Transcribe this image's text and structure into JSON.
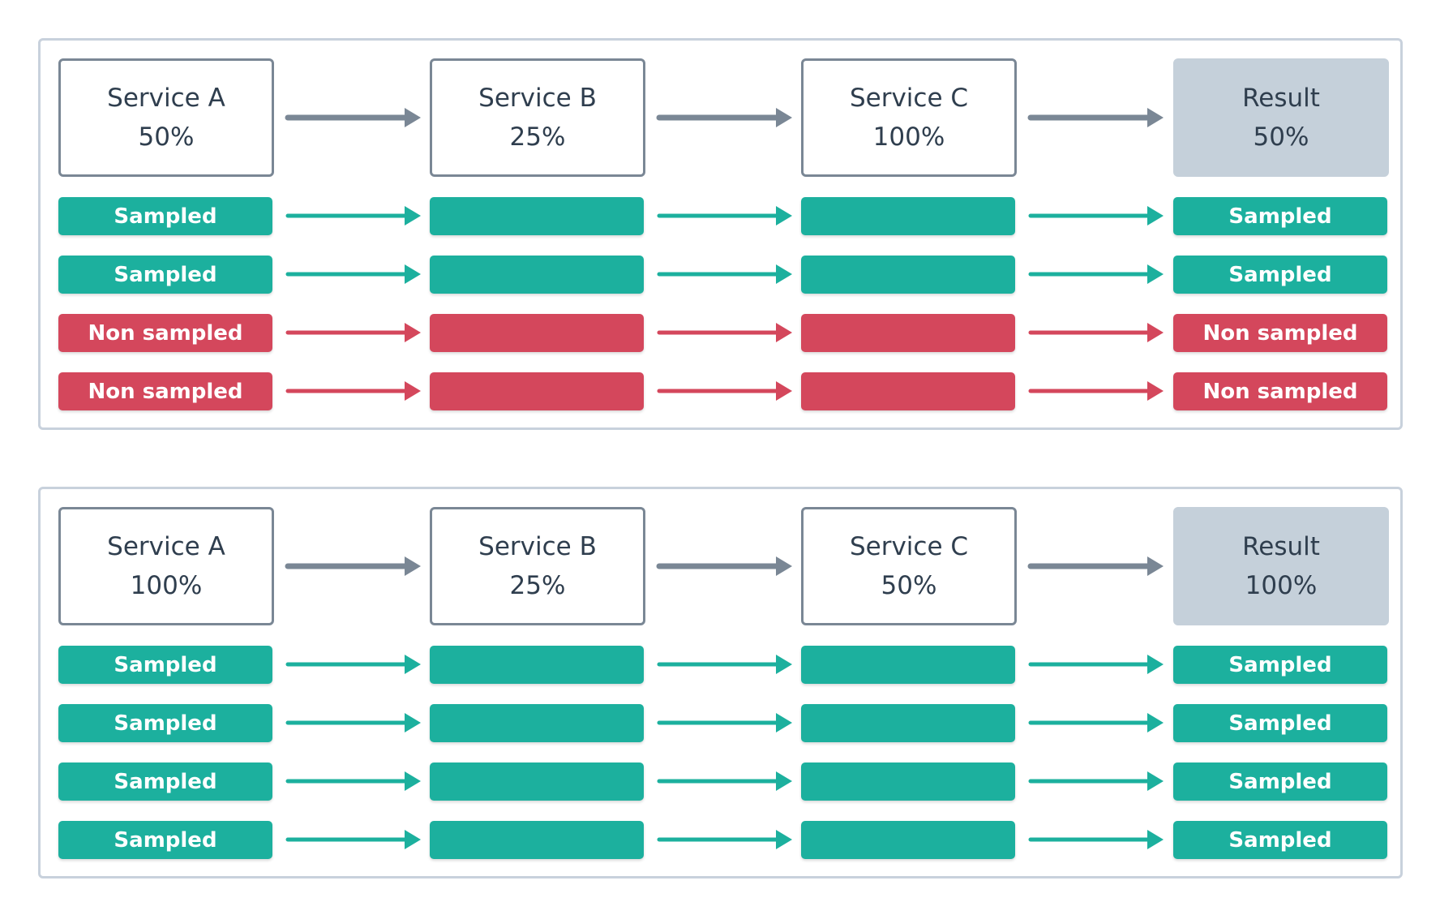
{
  "colors": {
    "sampled": "#1cb09e",
    "non_sampled": "#d4475c",
    "header_arrow": "#7a8795",
    "result_bg": "#c5d0da",
    "panel_border": "#c8d1dc"
  },
  "panels": [
    {
      "services": [
        {
          "name": "Service A",
          "pct": "50%"
        },
        {
          "name": "Service B",
          "pct": "25%"
        },
        {
          "name": "Service C",
          "pct": "100%"
        },
        {
          "name": "Result",
          "pct": "50%"
        }
      ],
      "rows": [
        {
          "state": "sampled",
          "label": "Sampled"
        },
        {
          "state": "sampled",
          "label": "Sampled"
        },
        {
          "state": "non-sampled",
          "label": "Non sampled"
        },
        {
          "state": "non-sampled",
          "label": "Non sampled"
        }
      ]
    },
    {
      "services": [
        {
          "name": "Service A",
          "pct": "100%"
        },
        {
          "name": "Service B",
          "pct": "25%"
        },
        {
          "name": "Service C",
          "pct": "50%"
        },
        {
          "name": "Result",
          "pct": "100%"
        }
      ],
      "rows": [
        {
          "state": "sampled",
          "label": "Sampled"
        },
        {
          "state": "sampled",
          "label": "Sampled"
        },
        {
          "state": "sampled",
          "label": "Sampled"
        },
        {
          "state": "sampled",
          "label": "Sampled"
        }
      ]
    }
  ]
}
